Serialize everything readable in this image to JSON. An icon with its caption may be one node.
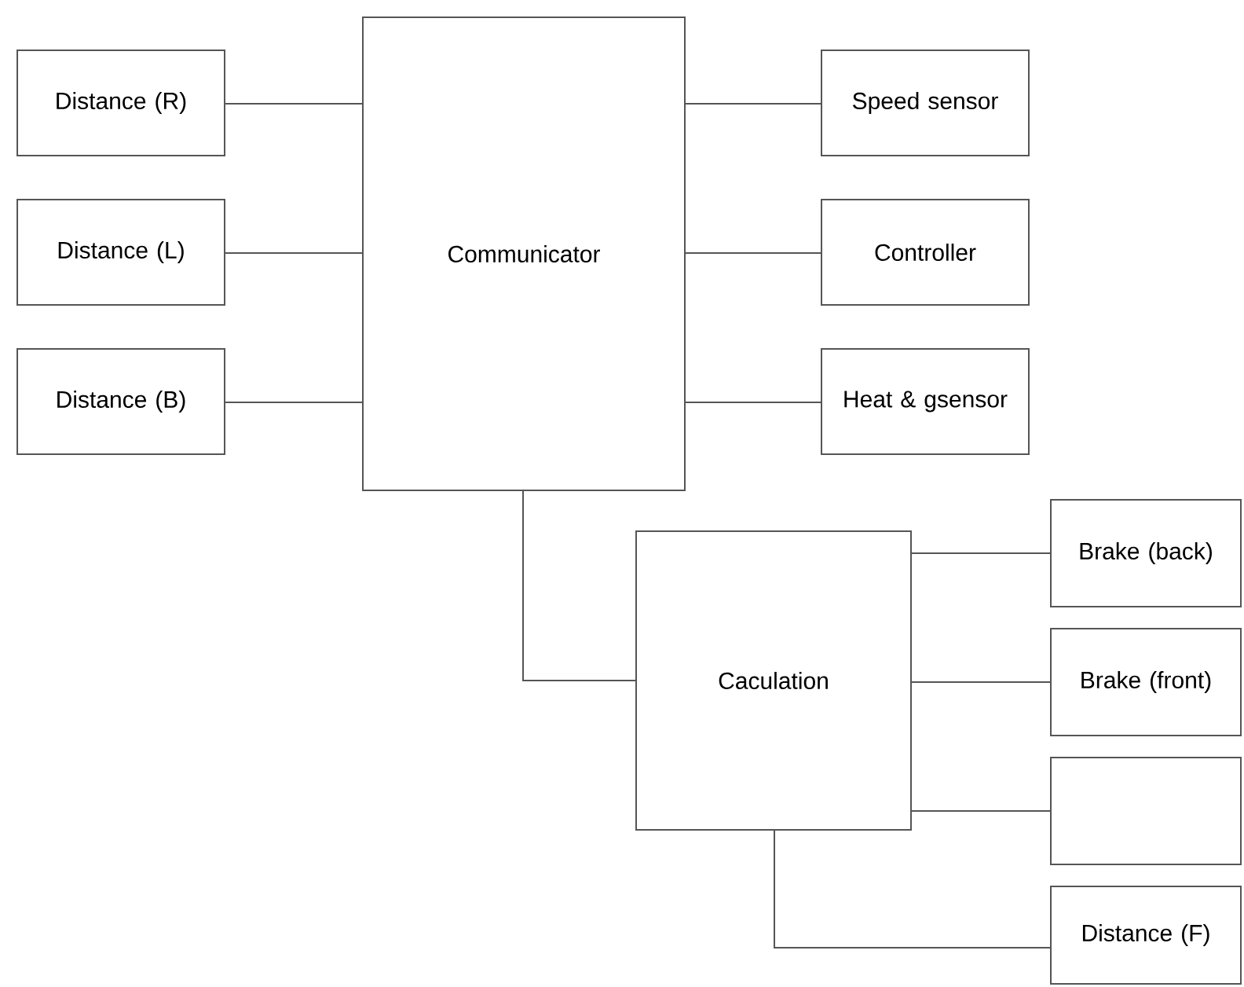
{
  "diagram": {
    "nodes": [
      {
        "text": [
          "Communicator"
        ]
      },
      {
        "text": [
          "Distance (R)"
        ]
      },
      {
        "text": [
          "Distance (L)"
        ]
      },
      {
        "text": [
          "Distance (B)"
        ]
      },
      {
        "text": [
          "Speed sensor"
        ]
      },
      {
        "text": [
          "Controller"
        ]
      },
      {
        "text": [
          "Heat & gsensor"
        ]
      },
      {
        "text": [
          "Caculation"
        ]
      },
      {
        "text": [
          "Brake (back)"
        ]
      },
      {
        "text": [
          "Brake (front)"
        ]
      },
      {
        "text": [],
        "shape": "box"
      },
      {
        "text": [
          "Distance (F)"
        ]
      }
    ],
    "edges": [
      {
        "from": 1,
        "to": 0,
        "arrow": "none"
      },
      {
        "from": 2,
        "to": 0,
        "arrow": "none"
      },
      {
        "from": 3,
        "to": 0,
        "arrow": "none"
      },
      {
        "from": 0,
        "to": 4,
        "arrow": "none"
      },
      {
        "from": 0,
        "to": 5,
        "arrow": "none"
      },
      {
        "from": 0,
        "to": 6,
        "arrow": "none"
      },
      {
        "from": 0,
        "to": 7,
        "arrow": "none"
      },
      {
        "from": 7,
        "to": 8,
        "arrow": "none"
      },
      {
        "from": 7,
        "to": 9,
        "arrow": "none"
      },
      {
        "from": 7,
        "to": 10,
        "arrow": "none"
      },
      {
        "from": 7,
        "to": 11,
        "arrow": "none"
      }
    ]
  }
}
